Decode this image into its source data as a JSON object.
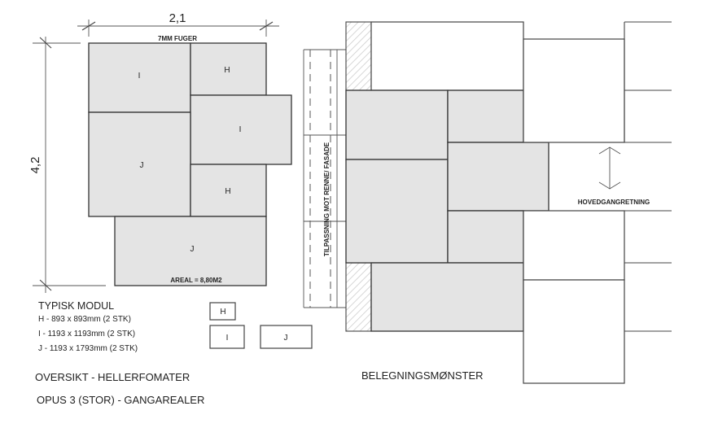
{
  "overview": {
    "width_dim": "2,1",
    "height_dim": "4,2",
    "joint_note": "7MM FUGER",
    "area_note": "AREAL = 8,80M2",
    "tiles": [
      "I",
      "H",
      "I",
      "J",
      "H",
      "J"
    ]
  },
  "legend": {
    "title": "TYPISK MODUL",
    "items": [
      "H - 893 x 893mm (2 STK)",
      "I - 1193 x 1193mm (2 STK)",
      "J - 1193 x 1793mm (2 STK)"
    ],
    "boxes": [
      "H",
      "I",
      "J"
    ]
  },
  "captions": {
    "overview_title": "OVERSIKT - HELLERFOMATER",
    "series_title": "OPUS 3 (STOR) - GANGAREALER",
    "pattern_title": "BELEGNINGSMØNSTER"
  },
  "pattern": {
    "edge_note": "TILPASSNING MOT RENNE/ FASADE",
    "direction_label": "HOVEDGANGRETNING",
    "colors": {
      "tile_fill": "#e4e4e4",
      "line": "#333333"
    }
  }
}
